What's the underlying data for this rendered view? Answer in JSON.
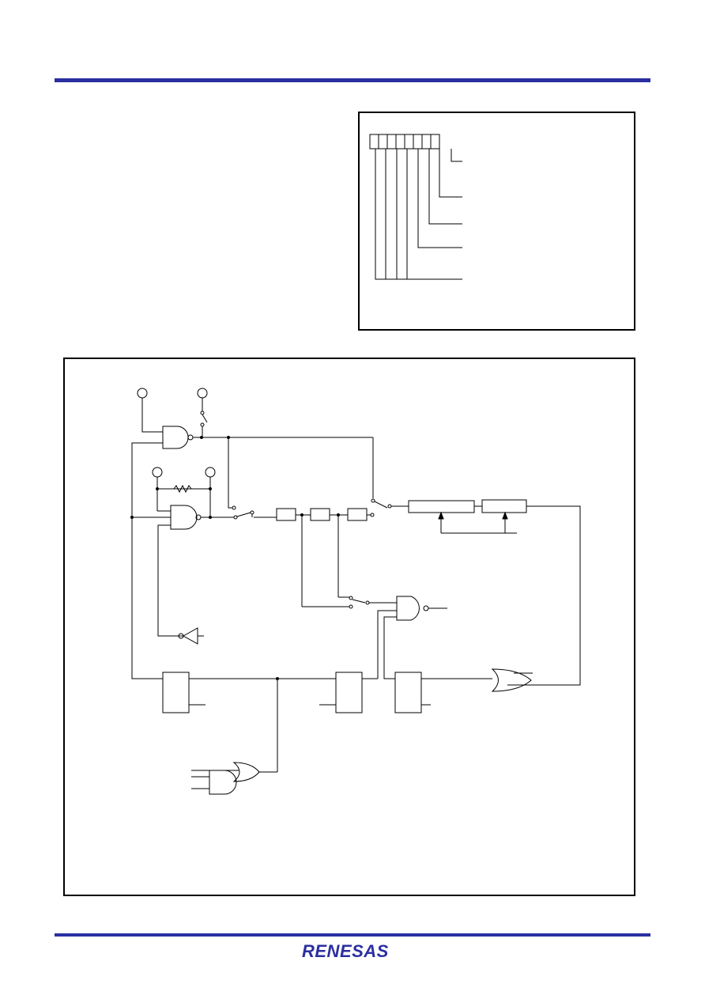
{
  "brand": {
    "name": "RENESAS",
    "rule_color": "#2b2fa0",
    "logo_color": "#2b2fa0"
  },
  "register_figure": {
    "bit_count": 8,
    "branch_count": 5
  },
  "circuit_figure": {
    "pins": [
      "pin-a",
      "pin-b",
      "pin-c",
      "pin-d"
    ],
    "gates": [
      "and-gate-top",
      "and-gate-mid",
      "and-gate-right",
      "or-gate-right",
      "or-gate-bottom",
      "and-gate-bottom",
      "inverter"
    ],
    "switches": 4,
    "delay_blocks": 3,
    "latches": 3
  }
}
